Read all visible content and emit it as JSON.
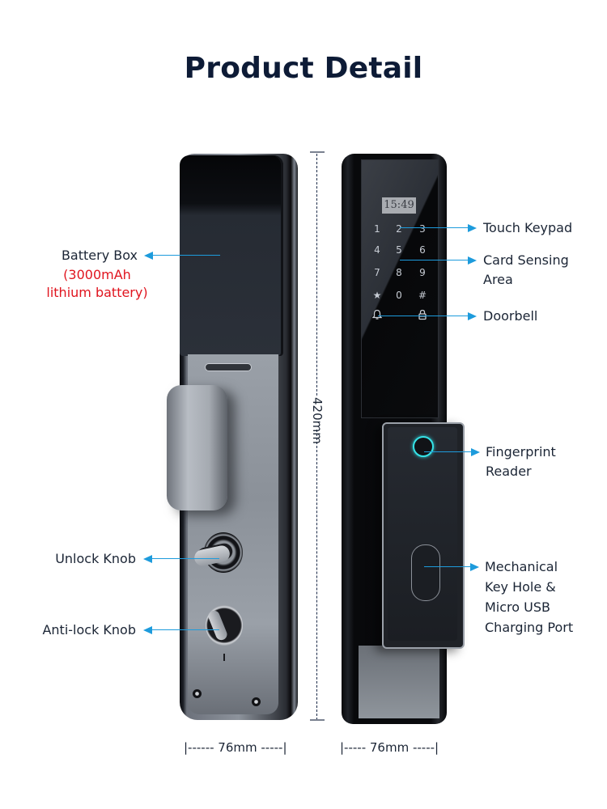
{
  "title": "Product Detail",
  "left_lock": {
    "callouts": {
      "battery_box": "Battery Box",
      "battery_detail_line1": "(3000mAh",
      "battery_detail_line2": "lithium battery)",
      "unlock_knob": "Unlock Knob",
      "anti_lock_knob": "Anti-lock Knob"
    },
    "width_dimension": "|------ 76mm -----|"
  },
  "height_dimension": "420mm",
  "right_lock": {
    "display_time": "15:49",
    "keypad_keys": [
      "1",
      "2",
      "3",
      "4",
      "5",
      "6",
      "7",
      "8",
      "9",
      "★",
      "0",
      "#"
    ],
    "doorbell_icon": "bell-icon",
    "lock_icon": "lock-icon",
    "callouts": {
      "touch_keypad": "Touch Keypad",
      "card_sensing_line1": "Card Sensing",
      "card_sensing_line2": "Area",
      "doorbell": "Doorbell",
      "fingerprint_line1": "Fingerprint",
      "fingerprint_line2": "Reader",
      "keyhole_line1": "Mechanical",
      "keyhole_line2": "Key Hole &",
      "keyhole_line3": "Micro USB",
      "keyhole_line4": "Charging Port"
    },
    "width_dimension": "|----- 76mm -----|"
  },
  "colors": {
    "title": "#0d1b36",
    "callout_line": "#1d9bdc",
    "battery_note": "#e0141e",
    "fingerprint_ring": "#35e2e6"
  }
}
